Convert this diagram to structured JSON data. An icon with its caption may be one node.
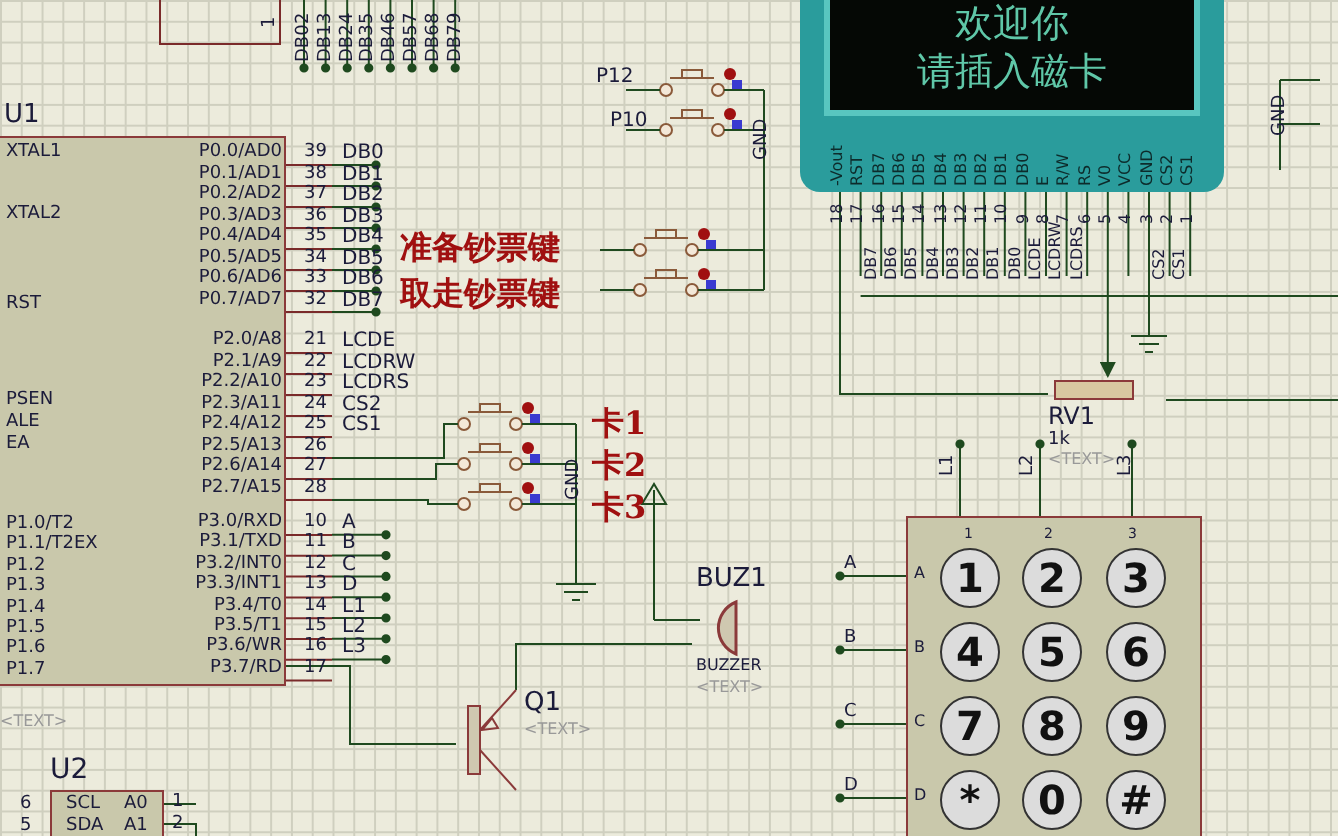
{
  "diagram": {
    "nodes": [
      {
        "text": [
          "U1"
        ]
      },
      {
        "text": [
          "欢迎你",
          "请插入磁卡"
        ]
      },
      {
        "text": [
          "BUZ1",
          "BUZZER",
          "<TEXT>"
        ]
      },
      {
        "text": [
          "Q1",
          "<TEXT>"
        ]
      },
      {
        "text": [
          "RV1",
          "1k",
          "<TEXT>"
        ]
      },
      {
        "text": [
          "U2"
        ]
      },
      {
        "text": [],
        "shape": "box"
      },
      {
        "text": [
          "1"
        ],
        "in": 6
      },
      {
        "text": [
          "2"
        ],
        "in": 6
      },
      {
        "text": [
          "3"
        ],
        "in": 6
      },
      {
        "text": [
          "4"
        ],
        "in": 6
      },
      {
        "text": [
          "5"
        ],
        "in": 6
      },
      {
        "text": [
          "6"
        ],
        "in": 6
      },
      {
        "text": [
          "7"
        ],
        "in": 6
      },
      {
        "text": [
          "8"
        ],
        "in": 6
      },
      {
        "text": [
          "9"
        ],
        "in": 6
      },
      {
        "text": [
          "*"
        ],
        "in": 6
      },
      {
        "text": [
          "0"
        ],
        "in": 6
      },
      {
        "text": [
          "#"
        ],
        "in": 6
      }
    ],
    "edges": [
      {
        "from": 0,
        "to": 3,
        "arrow": "none"
      },
      {
        "from": 3,
        "to": 2,
        "arrow": "none"
      },
      {
        "from": 1,
        "to": 4,
        "arrow": "none"
      },
      {
        "from": 1,
        "to": 4,
        "arrow": "to"
      }
    ],
    "labels": [
      "XTAL1",
      "XTAL2",
      "RST",
      "PSEN",
      "ALE",
      "EA",
      "P1.0/T2",
      "P1.1/T2EX",
      "P1.2",
      "P1.3",
      "P1.4",
      "P1.5",
      "P1.6",
      "P1.7",
      "P0.0/AD0",
      "P0.1/AD1",
      "P0.2/AD2",
      "P0.3/AD3",
      "P0.4/AD4",
      "P0.5/AD5",
      "P0.6/AD6",
      "P0.7/AD7",
      "P2.0/A8",
      "P2.1/A9",
      "P2.2/A10",
      "P2.3/A11",
      "P2.4/A12",
      "P2.5/A13",
      "P2.6/A14",
      "P2.7/A15",
      "P3.0/RXD",
      "P3.1/TXD",
      "P3.2/INT0",
      "P3.3/INT1",
      "P3.4/T0",
      "P3.5/T1",
      "P3.6/WR",
      "P3.7/RD",
      "39",
      "38",
      "37",
      "36",
      "35",
      "34",
      "33",
      "32",
      "21",
      "22",
      "23",
      "24",
      "25",
      "26",
      "27",
      "28",
      "10",
      "11",
      "12",
      "13",
      "14",
      "15",
      "16",
      "17",
      "DB0",
      "DB1",
      "DB2",
      "DB3",
      "DB4",
      "DB5",
      "DB6",
      "DB7",
      "LCDE",
      "LCDRW",
      "LCDRS",
      "CS2",
      "CS1",
      "A",
      "B",
      "C",
      "D",
      "L1",
      "L2",
      "L3",
      "<TEXT>",
      "SCL",
      "SDA",
      "A0",
      "A1",
      "6",
      "5",
      "1",
      "2",
      "1",
      "DB0",
      "DB1",
      "DB2",
      "DB3",
      "DB4",
      "DB5",
      "DB6",
      "DB7",
      "2",
      "3",
      "4",
      "5",
      "6",
      "7",
      "8",
      "9",
      "P12",
      "P10",
      "GND",
      "准备钞票键",
      "取走钞票键",
      "GND",
      "卡1",
      "卡2",
      "卡3",
      "-Vout",
      "RST",
      "DB7",
      "DB6",
      "DB5",
      "DB4",
      "DB3",
      "DB2",
      "DB1",
      "DB0",
      "E",
      "R/W",
      "RS",
      "V0",
      "VCC",
      "GND",
      "CS2",
      "CS1",
      "18",
      "17",
      "16",
      "15",
      "14",
      "13",
      "12",
      "11",
      "10",
      "9",
      "8",
      "7",
      "6",
      "5",
      "4",
      "3",
      "2",
      "1",
      "DB7",
      "DB6",
      "DB5",
      "DB4",
      "DB3",
      "DB2",
      "DB1",
      "DB0",
      "LCDE",
      "LCDRW",
      "LCDRS",
      "CS2",
      "CS1",
      "GND",
      "L1",
      "L2",
      "L3",
      "1",
      "2",
      "3",
      "A",
      "B",
      "C",
      "D",
      "A",
      "B",
      "C",
      "D"
    ]
  }
}
